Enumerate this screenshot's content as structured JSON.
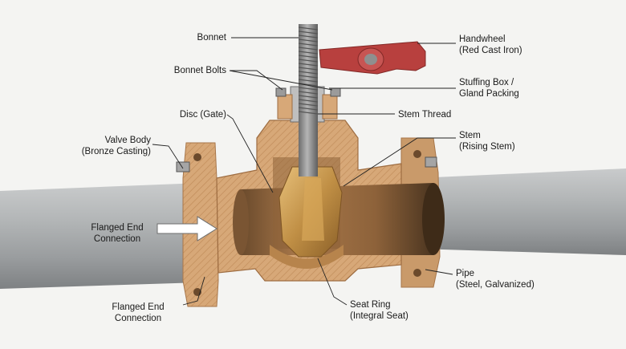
{
  "labels": {
    "bonnet": "Bonnet",
    "bonnet_bolts": "Bonnet Bolts",
    "disc": "Disc (Gate)",
    "valve_body": [
      "Valve Body",
      "(Bronze Casting)"
    ],
    "flanged_end_left": [
      "Flanged End",
      "Connection"
    ],
    "flanged_end_bottom": [
      "Flanged End",
      "Connection"
    ],
    "handwheel": [
      "Handwheel",
      "(Red Cast Iron)"
    ],
    "stuffing_box": [
      "Stuffing Box /",
      "Gland Packing"
    ],
    "stem_thread": "Stem Thread",
    "stem": [
      "Stem",
      "(Rising Stem)"
    ],
    "pipe": [
      "Pipe",
      "(Steel, Galvanized)"
    ],
    "seat_ring": [
      "Seat Ring",
      "(Integral Seat)"
    ]
  },
  "colors": {
    "background": "#f4f4f2",
    "pipe": "#a9acae",
    "bronze": "#c89a6a",
    "handwheel": "#b8403e",
    "stem": "#8e8e8e",
    "leader": "#222222"
  }
}
